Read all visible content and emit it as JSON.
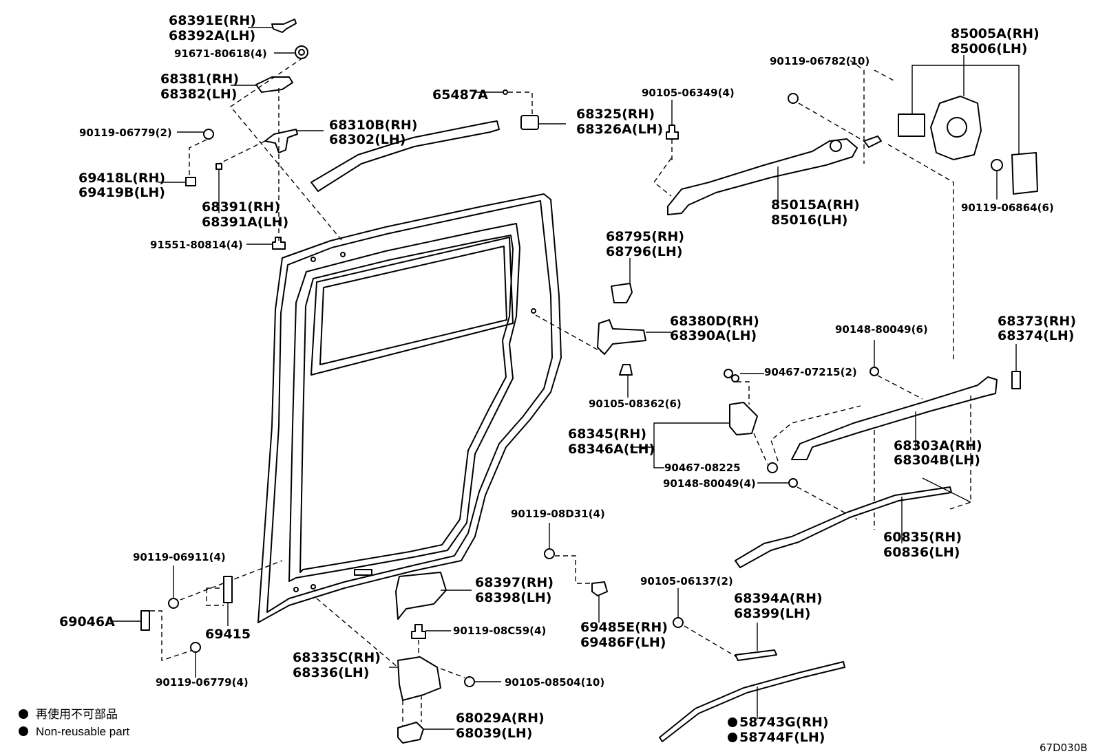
{
  "labels": {
    "l1a": "68391E(RH)",
    "l1b": "68392A(LH)",
    "l2": "91671-80618(4)",
    "l3a": "68381(RH)",
    "l3b": "68382(LH)",
    "l4a": "68310B(RH)",
    "l4b": "68302(LH)",
    "l5": "90119-06779(2)",
    "l6a": "69418L(RH)",
    "l6b": "69419B(LH)",
    "l7a": "68391(RH)",
    "l7b": "68391A(LH)",
    "l8": "91551-80814(4)",
    "l9": "65487A",
    "l10a": "68325(RH)",
    "l10b": "68326A(LH)",
    "l11": "90105-06349(4)",
    "l12": "90119-06782(10)",
    "l13a": "85005A(RH)",
    "l13b": "85006(LH)",
    "l14a": "85015A(RH)",
    "l14b": "85016(LH)",
    "l15": "90119-06864(6)",
    "l16a": "68795(RH)",
    "l16b": "68796(LH)",
    "l17a": "68380D(RH)",
    "l17b": "68390A(LH)",
    "l18": "90148-80049(6)",
    "l19a": "68373(RH)",
    "l19b": "68374(LH)",
    "l20": "90467-07215(2)",
    "l21": "90105-08362(6)",
    "l22a": "68345(RH)",
    "l22b": "68346A(LH)",
    "l23": "90467-08225",
    "l24a": "68303A(RH)",
    "l24b": "68304B(LH)",
    "l25": "90148-80049(4)",
    "l26a": "60835(RH)",
    "l26b": "60836(LH)",
    "l27": "90119-08D31(4)",
    "l28": "90119-06911(4)",
    "l29a": "68397(RH)",
    "l29b": "68398(LH)",
    "l30": "90105-06137(2)",
    "l31a": "68394A(RH)",
    "l31b": "68399(LH)",
    "l32": "69046A",
    "l33": "69415",
    "l34": "90119-08C59(4)",
    "l35a": "69485E(RH)",
    "l35b": "69486F(LH)",
    "l36a": "68335C(RH)",
    "l36b": "68336(LH)",
    "l37": "90105-08504(10)",
    "l38": "90119-06779(4)",
    "l39a": "68029A(RH)",
    "l39b": "68039(LH)",
    "l40a": "58743G(RH)",
    "l40b": "58744F(LH)"
  },
  "legend": {
    "line1": "再使用不可部品",
    "line2": "Non-reusable part"
  },
  "diagram_code": "67D030B"
}
